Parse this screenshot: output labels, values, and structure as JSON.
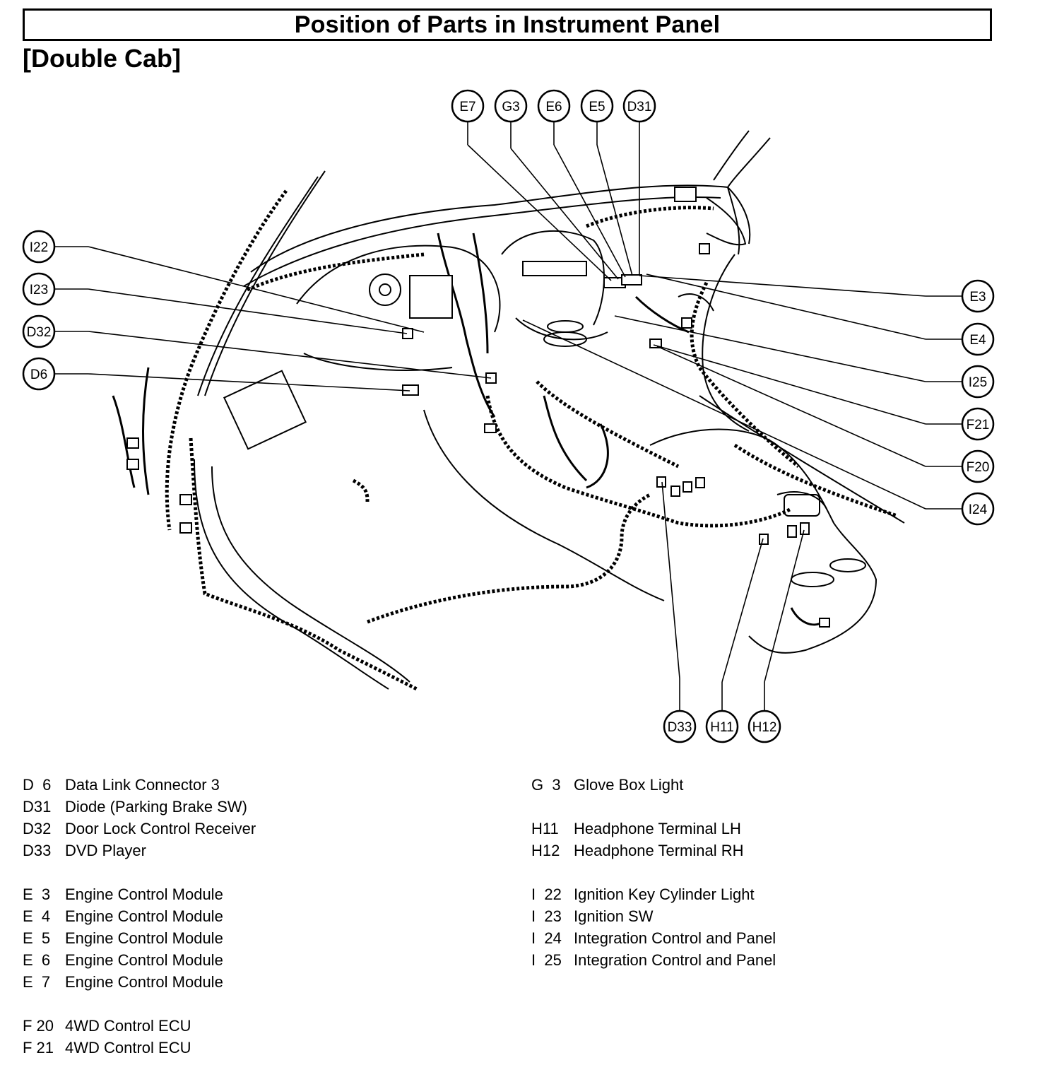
{
  "title": "Position of Parts in Instrument Panel",
  "subtitle": "[Double Cab]",
  "callouts": {
    "E7": "E7",
    "G3": "G3",
    "E6": "E6",
    "E5": "E5",
    "D31": "D31",
    "I22": "I22",
    "I23": "I23",
    "D32": "D32",
    "D6": "D6",
    "E3": "E3",
    "E4": "E4",
    "I25": "I25",
    "F21": "F21",
    "F20": "F20",
    "I24": "I24",
    "D33": "D33",
    "H11": "H11",
    "H12": "H12"
  },
  "legend": {
    "left": [
      {
        "code": "D  6",
        "name": "Data Link Connector 3"
      },
      {
        "code": "D31",
        "name": "Diode (Parking Brake SW)"
      },
      {
        "code": "D32",
        "name": "Door Lock Control Receiver"
      },
      {
        "code": "D33",
        "name": "DVD Player"
      },
      {
        "code": "E  3",
        "name": "Engine Control Module"
      },
      {
        "code": "E  4",
        "name": "Engine Control Module"
      },
      {
        "code": "E  5",
        "name": "Engine Control Module"
      },
      {
        "code": "E  6",
        "name": "Engine Control Module"
      },
      {
        "code": "E  7",
        "name": "Engine Control Module"
      },
      {
        "code": "F 20",
        "name": "4WD Control ECU"
      },
      {
        "code": "F 21",
        "name": "4WD Control ECU"
      }
    ],
    "right": [
      {
        "code": "G  3",
        "name": "Glove Box Light"
      },
      {
        "code": "H11",
        "name": "Headphone Terminal LH"
      },
      {
        "code": "H12",
        "name": "Headphone Terminal RH"
      },
      {
        "code": "I  22",
        "name": "Ignition Key Cylinder Light"
      },
      {
        "code": "I  23",
        "name": "Ignition SW"
      },
      {
        "code": "I  24",
        "name": "Integration Control and Panel"
      },
      {
        "code": "I  25",
        "name": "Integration Control and Panel"
      }
    ]
  }
}
